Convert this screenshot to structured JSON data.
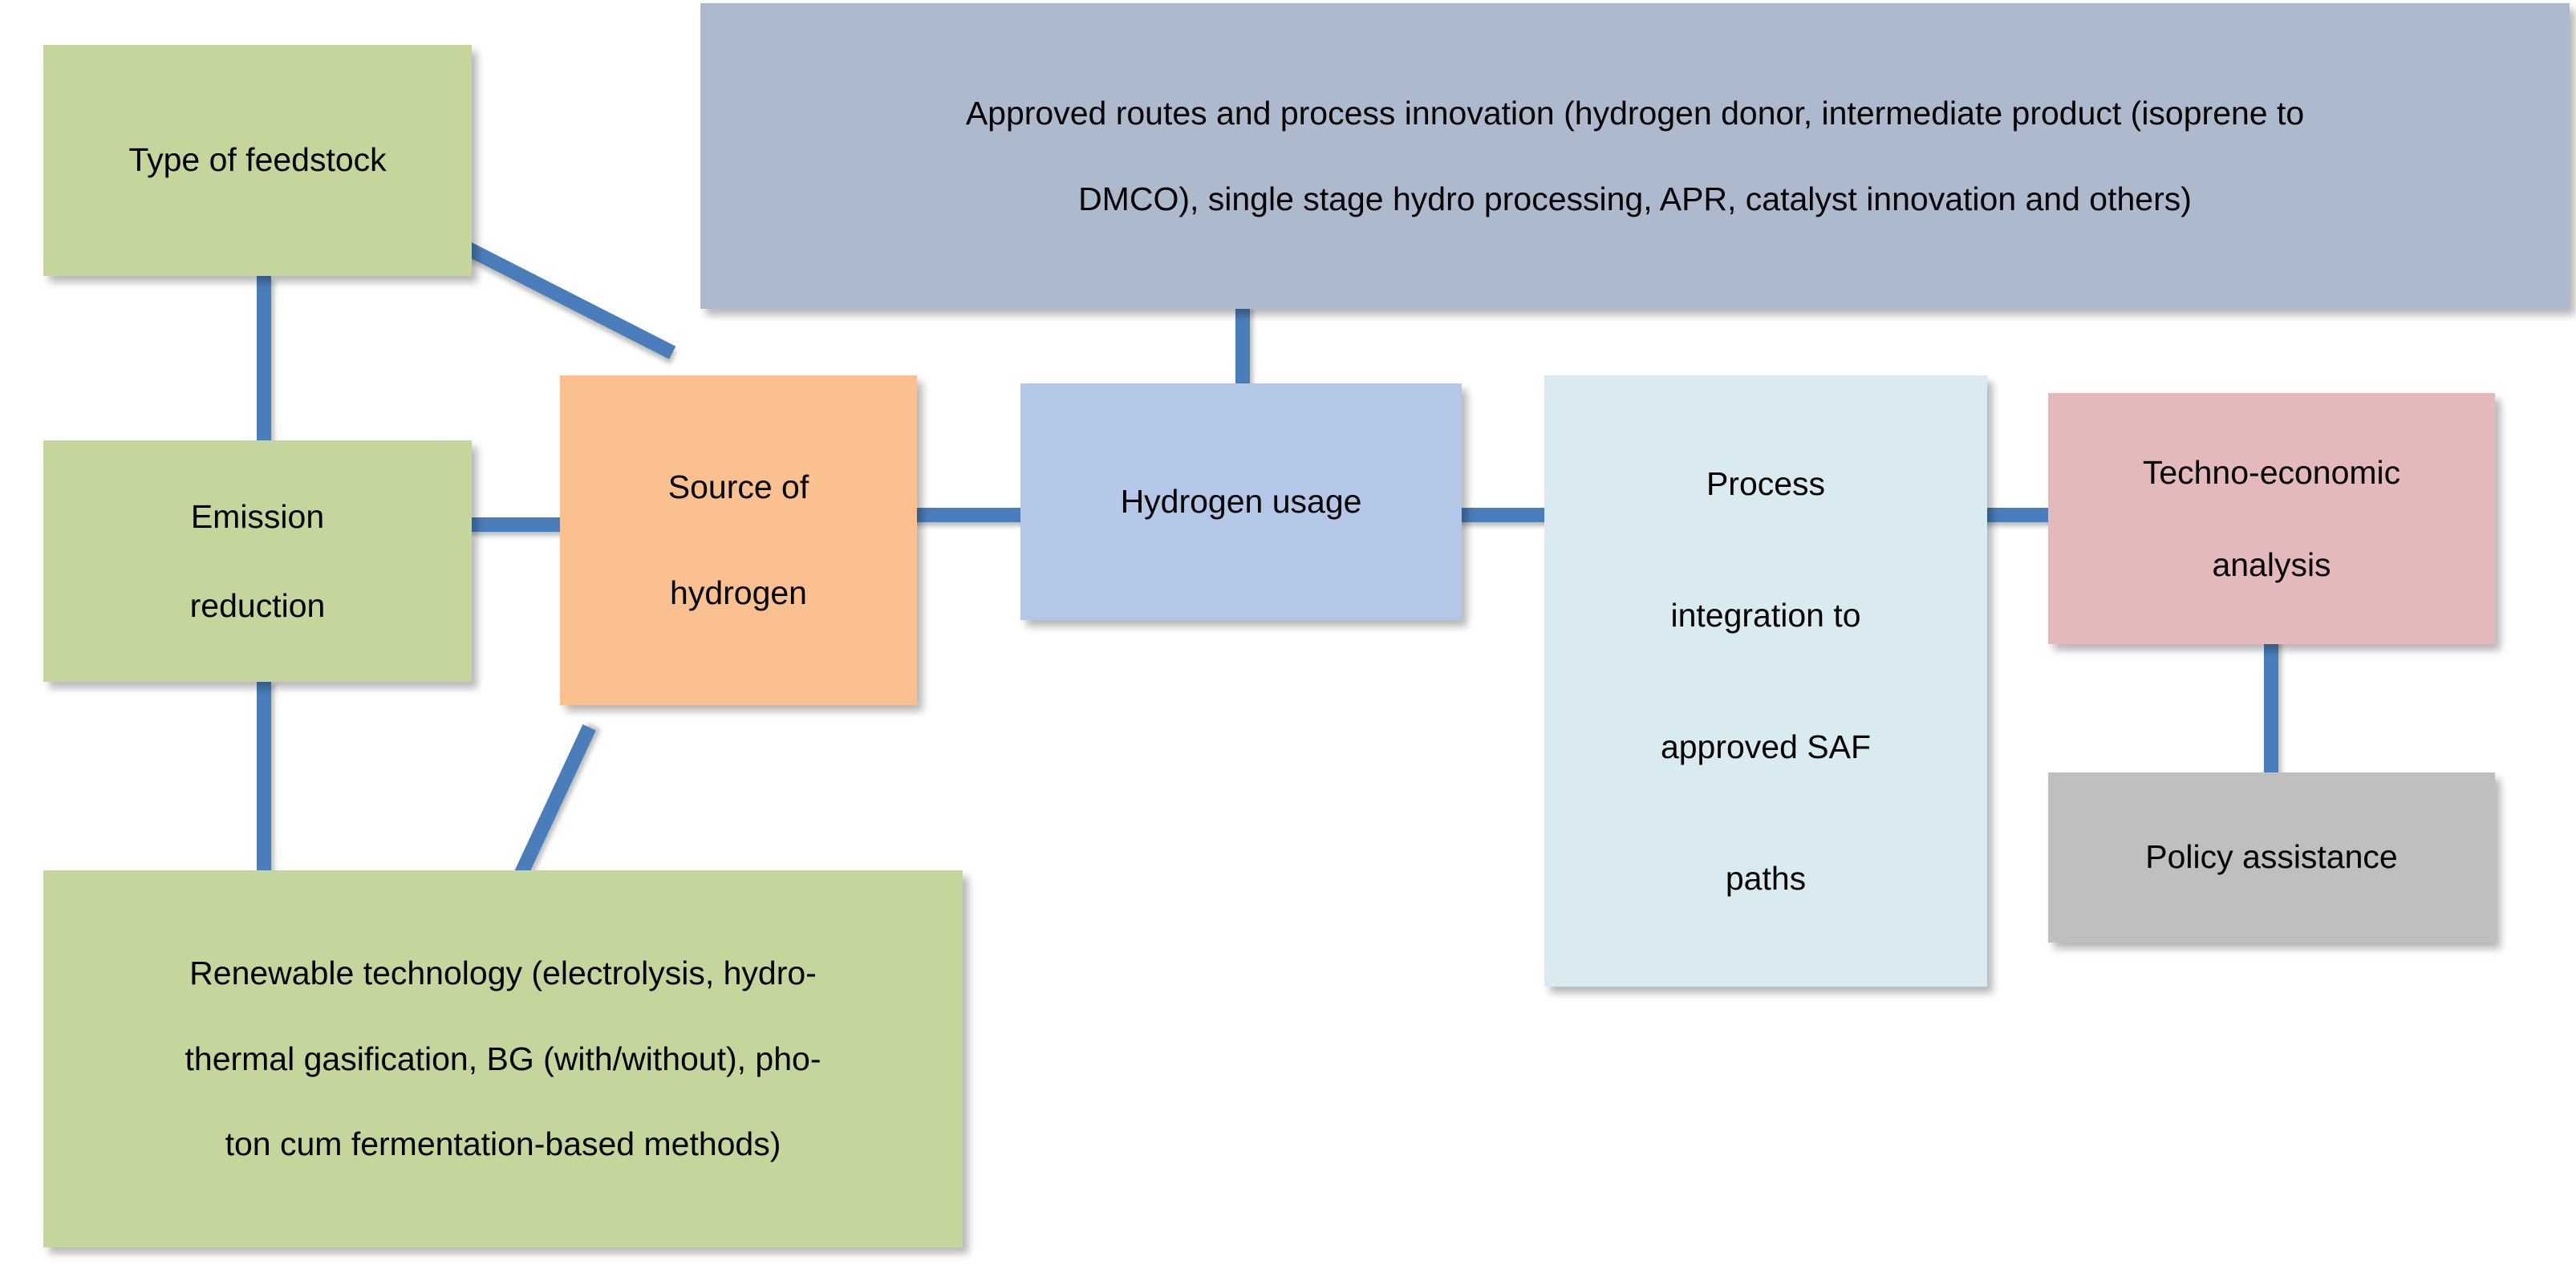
{
  "diagram": {
    "title": "Hydrogen and SAF process framework flow diagram",
    "colors": {
      "green": "#c4d69b",
      "orange": "#fac090",
      "slate_blue": "#adb9cd",
      "light_blue": "#b4c7e7",
      "pale_blue": "#daeaf1",
      "pink": "#e3b9bc",
      "gray": "#bfbfbf",
      "connector_blue": "#4a7ebb",
      "background": "#ffffff",
      "text": "#000000"
    },
    "nodes": {
      "feedstock": {
        "label": "Type of feedstock",
        "lines": [
          "Type of feedstock"
        ],
        "color": "#c4d69b"
      },
      "approved_routes": {
        "label": "Approved routes and process innovation (hydrogen donor, intermediate product (isoprene to DMCO), single stage hydro processing, APR, catalyst innovation and others)",
        "lines": [
          "Approved routes and process innovation (hydrogen donor, intermediate product (isoprene to",
          "DMCO), single stage hydro processing, APR, catalyst innovation and others)"
        ],
        "color": "#adb9cd"
      },
      "emission_reduction": {
        "label": "Emission reduction",
        "lines": [
          "Emission",
          "reduction"
        ],
        "color": "#c4d69b"
      },
      "source_of_hydrogen": {
        "label": "Source of hydrogen",
        "lines": [
          "Source of",
          "hydrogen"
        ],
        "color": "#fac090"
      },
      "hydrogen_usage": {
        "label": "Hydrogen usage",
        "lines": [
          "Hydrogen usage"
        ],
        "color": "#b4c7e7"
      },
      "process_integration": {
        "label": "Process integration to approved SAF paths",
        "lines": [
          "Process",
          "integration to",
          "approved SAF",
          "paths"
        ],
        "color": "#daeaf1"
      },
      "techno_economic": {
        "label": "Techno-economic analysis",
        "lines": [
          "Techno-economic",
          "analysis"
        ],
        "color": "#e3b9bc"
      },
      "policy_assistance": {
        "label": "Policy assistance",
        "lines": [
          "Policy assistance"
        ],
        "color": "#bfbfbf"
      },
      "renewable_technology": {
        "label": "Renewable technology (electrolysis, hydro-thermal gasification, BG (with/without), photon cum fermentation-based methods)",
        "lines": [
          "Renewable technology (electrolysis, hydro-",
          "thermal gasification, BG (with/without), pho-",
          "ton cum fermentation-based methods)"
        ],
        "color": "#c4d69b"
      }
    },
    "connectors": [
      {
        "name": "feedstock-to-emission-reduction",
        "from": "feedstock",
        "to": "emission_reduction",
        "orientation": "vertical"
      },
      {
        "name": "feedstock-to-source-of-hydrogen",
        "from": "feedstock",
        "to": "source_of_hydrogen",
        "orientation": "diagonal"
      },
      {
        "name": "emission-reduction-to-source-of-hydrogen",
        "from": "emission_reduction",
        "to": "source_of_hydrogen",
        "orientation": "horizontal"
      },
      {
        "name": "emission-reduction-to-renewable-technology",
        "from": "emission_reduction",
        "to": "renewable_technology",
        "orientation": "vertical"
      },
      {
        "name": "source-of-hydrogen-to-renewable-technology",
        "from": "source_of_hydrogen",
        "to": "renewable_technology",
        "orientation": "diagonal"
      },
      {
        "name": "source-of-hydrogen-to-hydrogen-usage",
        "from": "source_of_hydrogen",
        "to": "hydrogen_usage",
        "orientation": "horizontal"
      },
      {
        "name": "approved-routes-to-hydrogen-usage",
        "from": "approved_routes",
        "to": "hydrogen_usage",
        "orientation": "vertical"
      },
      {
        "name": "hydrogen-usage-to-process-integration",
        "from": "hydrogen_usage",
        "to": "process_integration",
        "orientation": "horizontal"
      },
      {
        "name": "process-integration-to-techno-economic",
        "from": "process_integration",
        "to": "techno_economic",
        "orientation": "horizontal"
      },
      {
        "name": "techno-economic-to-policy-assistance",
        "from": "techno_economic",
        "to": "policy_assistance",
        "orientation": "vertical"
      }
    ]
  }
}
